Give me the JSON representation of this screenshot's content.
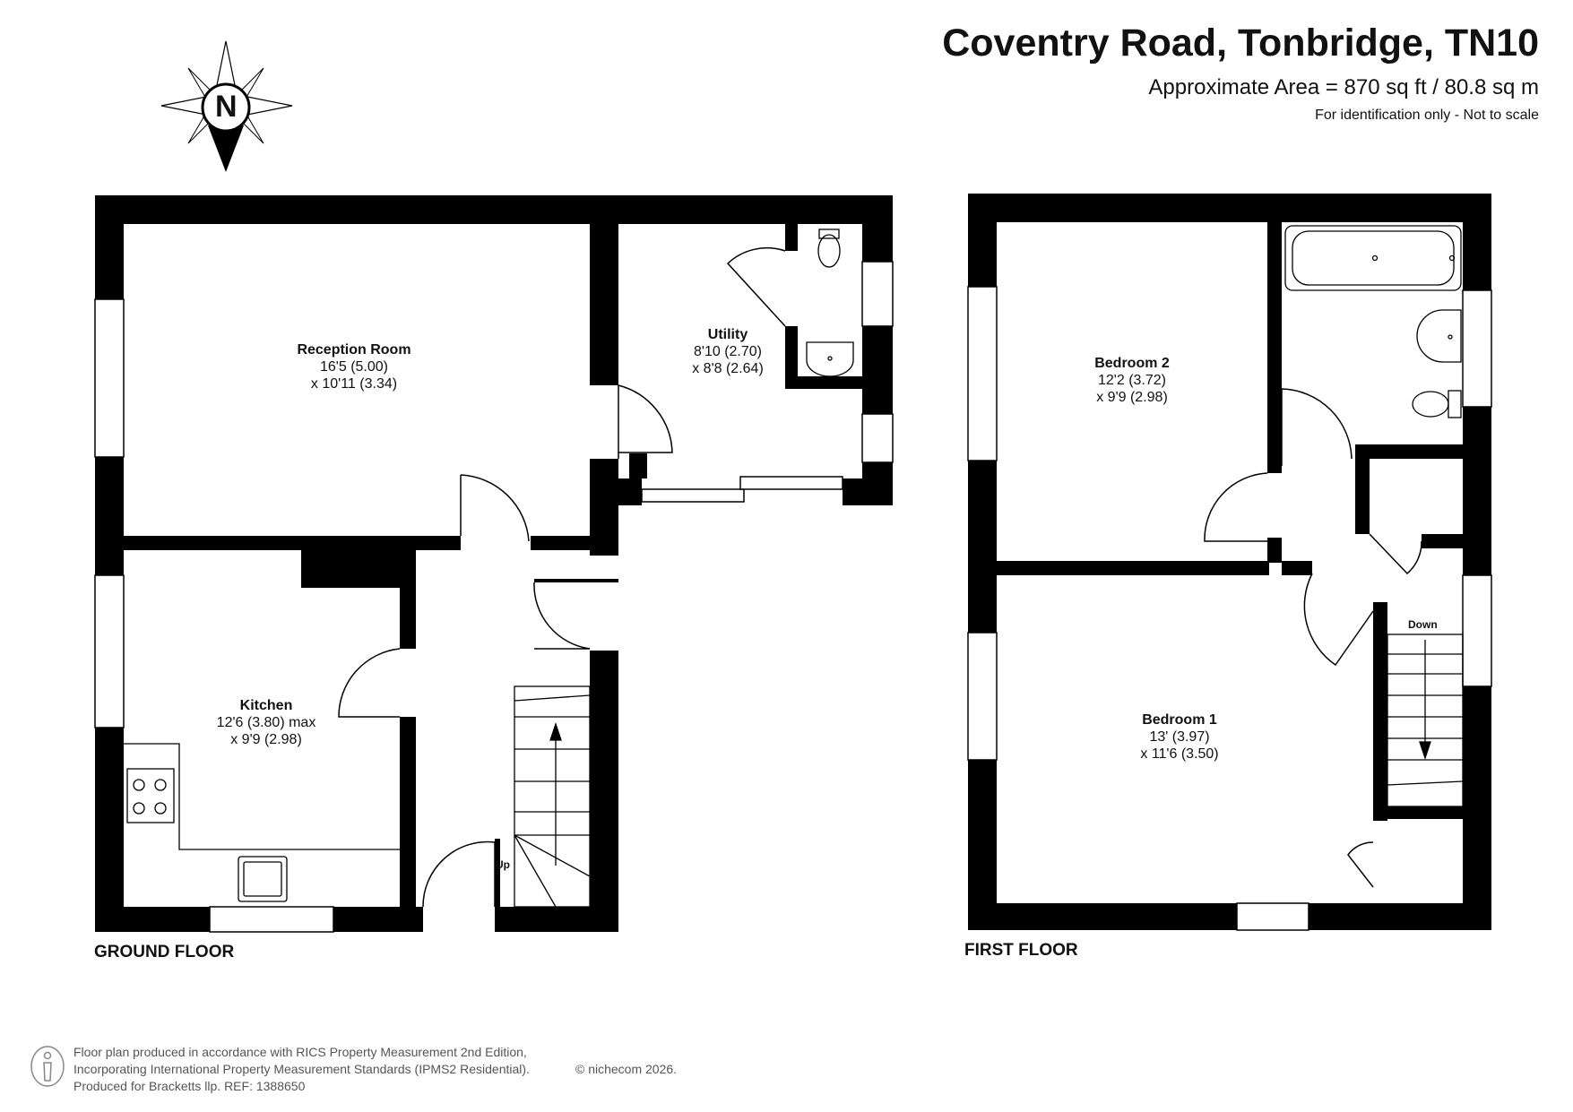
{
  "header": {
    "title": "Coventry Road, Tonbridge, TN10",
    "area": "Approximate Area = 870 sq ft / 80.8 sq m",
    "note": "For identification only - Not to scale"
  },
  "compass": {
    "letter": "N"
  },
  "ground_floor": {
    "label": "GROUND FLOOR",
    "stairs_label": "Up",
    "rooms": [
      {
        "name": "Reception Room",
        "dim1": "16'5 (5.00)",
        "dim2": "x 10'11 (3.34)"
      },
      {
        "name": "Utility",
        "dim1": "8'10 (2.70)",
        "dim2": "x 8'8 (2.64)"
      },
      {
        "name": "Kitchen",
        "dim1": "12'6 (3.80) max",
        "dim2": "x 9'9 (2.98)"
      }
    ]
  },
  "first_floor": {
    "label": "FIRST FLOOR",
    "stairs_label": "Down",
    "rooms": [
      {
        "name": "Bedroom 2",
        "dim1": "12'2 (3.72)",
        "dim2": "x 9'9 (2.98)"
      },
      {
        "name": "Bedroom 1",
        "dim1": "13' (3.97)",
        "dim2": "x 11'6 (3.50)"
      }
    ]
  },
  "footer": {
    "line1": "Floor plan produced in accordance with RICS Property Measurement 2nd Edition,",
    "line2": "Incorporating International Property Measurement Standards (IPMS2 Residential).",
    "brand": "© nichecom 2026.",
    "line3": "Produced for Bracketts llp.   REF:  1388650"
  },
  "colors": {
    "wall": "#000000",
    "background": "#ffffff",
    "footer_text": "#555555"
  }
}
